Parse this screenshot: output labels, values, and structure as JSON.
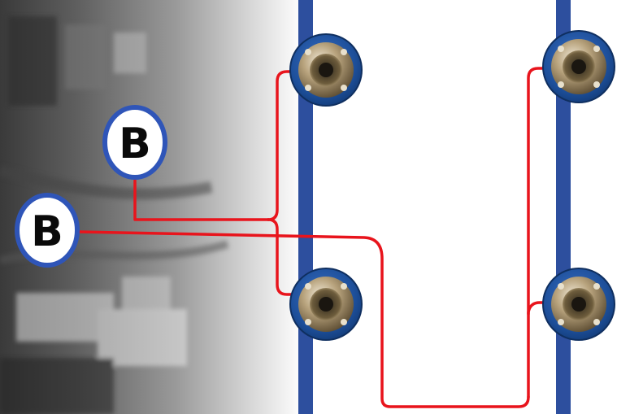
{
  "diagram": {
    "badges": [
      {
        "id": "b1",
        "label": "B"
      },
      {
        "id": "b2",
        "label": "B"
      }
    ],
    "connectors": [
      {
        "id": "c-left-top"
      },
      {
        "id": "c-left-bottom"
      },
      {
        "id": "c-right-top"
      },
      {
        "id": "c-right-bottom"
      }
    ],
    "colors": {
      "wire": "#e8141c",
      "rail": "#2d4f9e",
      "badge_border": "#2f55b8",
      "badge_fill": "#ffffff",
      "connector_flange": "#1d4f9a"
    }
  }
}
